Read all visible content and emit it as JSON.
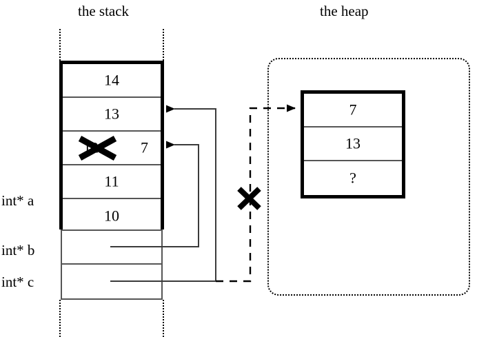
{
  "diagram": {
    "titles": {
      "stack": "the stack",
      "heap": "the heap"
    },
    "stack": {
      "cells": [
        {
          "value": "14",
          "struck": false,
          "replacement": ""
        },
        {
          "value": "13",
          "struck": false,
          "replacement": ""
        },
        {
          "value": "12",
          "struck": true,
          "replacement": "7"
        },
        {
          "value": "11",
          "struck": false,
          "replacement": ""
        },
        {
          "value": "10",
          "struck": false,
          "replacement": ""
        }
      ],
      "variables": [
        {
          "label": "int* a"
        },
        {
          "label": "int* b"
        },
        {
          "label": "int* c"
        }
      ]
    },
    "heap": {
      "cells": [
        {
          "value": "7"
        },
        {
          "value": "13"
        },
        {
          "value": "?"
        }
      ]
    },
    "annotations": {
      "invalid_pointer_mark": "✕",
      "invalid_pointer_name": "cross-out-x"
    },
    "colors": {
      "ink": "#000000",
      "rule": "#555555",
      "background": "#ffffff"
    }
  }
}
